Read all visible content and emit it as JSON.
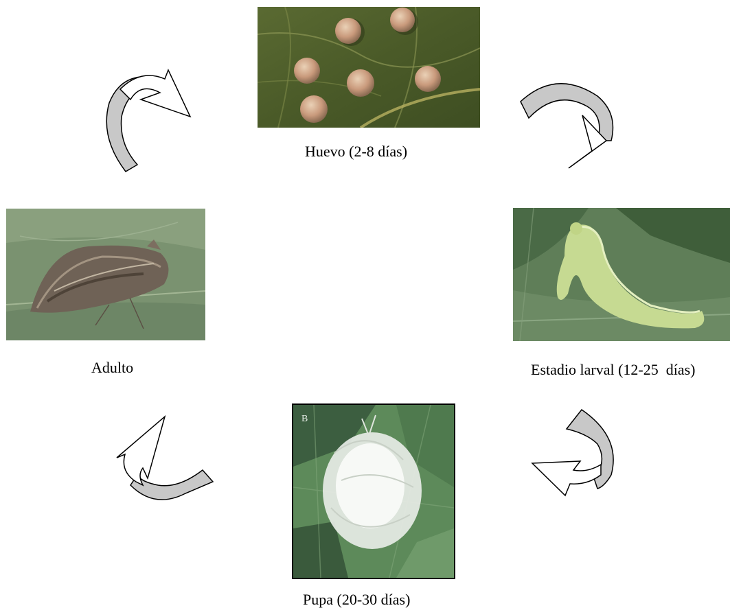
{
  "stages": {
    "egg": {
      "caption": "Huevo (2-8 días)"
    },
    "larva": {
      "caption": "Estadio larval (12-25  días)"
    },
    "pupa": {
      "caption": "Pupa (20-30 días)",
      "photo_mark": "B"
    },
    "adult": {
      "caption": "Adulto"
    }
  },
  "arrow_colors": {
    "fill": "#c8c8c8",
    "head": "#ffffff",
    "stroke": "#000000"
  },
  "icons": [
    "egg-photo",
    "larva-photo",
    "pupa-photo",
    "adult-photo",
    "cycle-arrow"
  ]
}
